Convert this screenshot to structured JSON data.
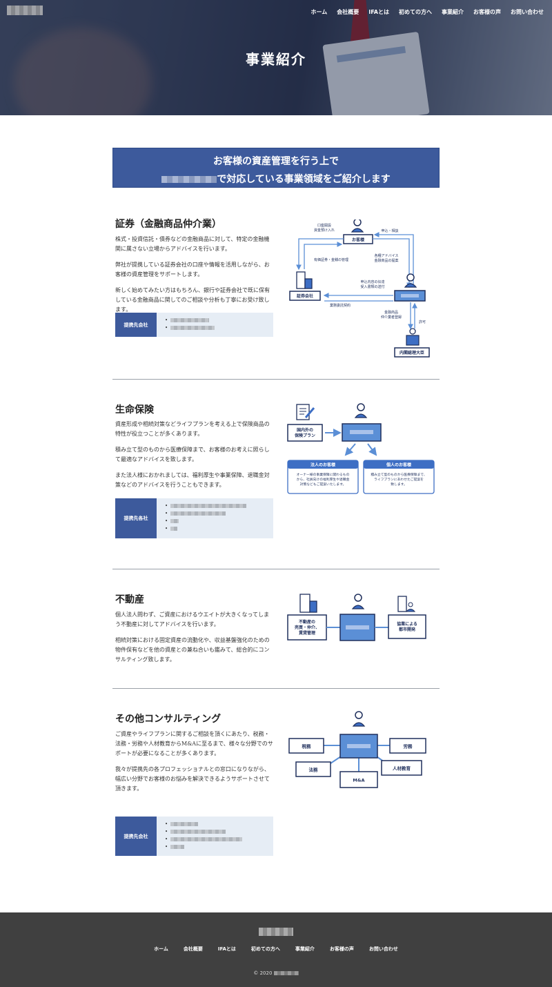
{
  "header": {
    "nav": [
      "ホーム",
      "会社概要",
      "IFAとは",
      "初めての方へ",
      "事業紹介",
      "お客様の声",
      "お問い合わせ"
    ],
    "title": "事業紹介"
  },
  "banner": {
    "line1": "お客様の資産管理を行う上で",
    "line2": "で対応している事業領域をご紹介します"
  },
  "sections": {
    "securities": {
      "title": "証券（金融商品仲介業）",
      "paragraphs": [
        "株式・投資信託・債券などの金融商品に対して、特定の金融機関に属さない立場からアドバイスを行います。",
        "弊社が提携している証券会社の口座や情報を活用しながら、お客様の資産管理をサポートします。",
        "新しく始めてみたい方はもちろん、銀行や証券会社で既に保有している金融商品に関してのご相談や分析も丁寧にお受け致します。"
      ],
      "partner_label": "提携先会社",
      "diagram": {
        "customer": "お客様",
        "securities_co": "証券会社",
        "cabinet": "内閣総理大臣",
        "label_open": "口座開設\n資金預け入れ",
        "label_apply": "申込・相談",
        "label_manage": "有価証券・金銭の管理",
        "label_advice": "各種アドバイス\n金融商品の提案",
        "label_transmit": "申込内容の伝達\n受入書類の送付",
        "label_contract": "業務委託契約",
        "label_register": "金融商品\n仲介業者登録",
        "label_permit": "許可"
      }
    },
    "life": {
      "title": "生命保険",
      "paragraphs": [
        "資産形成や相続対策などライフプランを考える上で保険商品の特性が役立つことが多くあります。",
        "積み立て型のものから医療保障まで、お客様のお考えに照らして最適なアドバイスを致します。",
        "また法人様におかれましては、福利厚生や事業保障、退職金対策などのアドバイスを行うこともできます。"
      ],
      "partner_label": "提携先各社",
      "diagram": {
        "plan": "国内外の\n保険プラン",
        "corp_title": "法人のお客様",
        "corp_text": "オーナー様の事業保障に関わるものから、社員向けの福利厚生や退職金対策などもご提案いたします。",
        "indiv_title": "個人のお客様",
        "indiv_text": "積み立て型のものから医療保障まで、ライフプランにあわせたご提案を致します。"
      }
    },
    "realestate": {
      "title": "不動産",
      "paragraphs": [
        "個人法人問わず、ご資産におけるウエイトが大きくなってしまう不動産に対してアドバイスを行います。",
        "相続対策における固定資産の流動化や、収益基盤強化のための物件保有などを他の資産との兼ね合いも鑑みて、総合的にコンサルティング致します。"
      ],
      "diagram": {
        "left": "不動産の\n売買・仲介、\n賃貸管理",
        "right": "協業による\n都市開発"
      }
    },
    "consulting": {
      "title": "その他コンサルティング",
      "paragraphs": [
        "ご資産やライフプランに関するご相談を頂くにあたり、税務・法務・労務や人材教育からM&Aに至るまで、様々な分野でのサポートが必要になることが多くあります。",
        "我々が提携先の各プロフェッショナルとの窓口になりながら、幅広い分野でお客様のお悩みを解決できるようサポートさせて頂きます。"
      ],
      "partner_label": "提携先会社",
      "diagram": {
        "tax": "税務",
        "labor": "労務",
        "legal": "法務",
        "hr": "人材教育",
        "ma": "M&A"
      }
    }
  },
  "footer": {
    "nav": [
      "ホーム",
      "会社概要",
      "IFAとは",
      "初めての方へ",
      "事業紹介",
      "お客様の声",
      "お問い合わせ"
    ],
    "copyright": "© 2020"
  }
}
